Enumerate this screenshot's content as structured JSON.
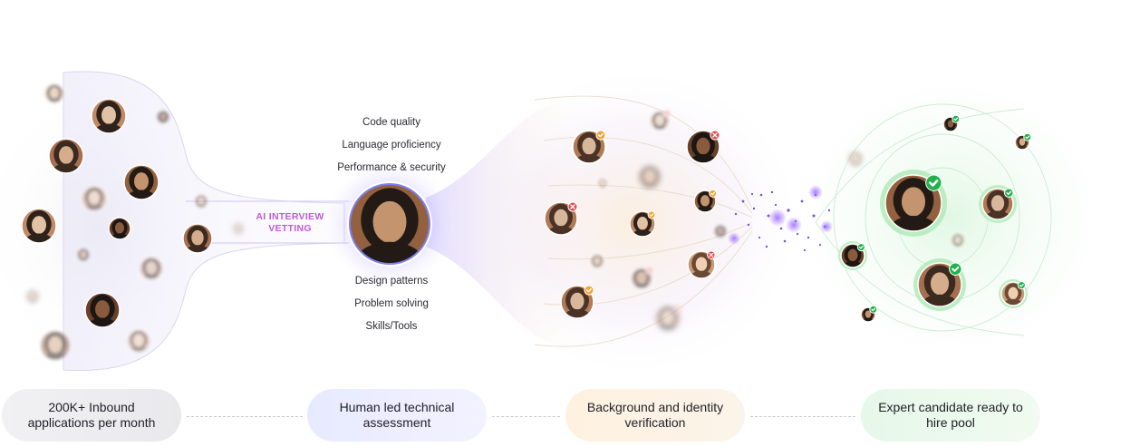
{
  "center_label": "AI INTERVIEW\nVETTING",
  "skills_top": [
    "Code quality",
    "Language proficiency",
    "Performance & security"
  ],
  "skills_bottom": [
    "Design patterns",
    "Problem solving",
    "Skills/Tools"
  ],
  "stages": [
    "200K+ Inbound\napplications per month",
    "Human led technical\nassessment",
    "Background and identity\nverification",
    "Expert candidate ready to\nhire pool"
  ],
  "colors": {
    "accent_purple": "#c25ad7",
    "glow_blue": "#6b6cff",
    "approve_green": "#22b14c",
    "check_orange": "#f2a532",
    "reject_red": "#e5484d"
  },
  "icons": {
    "approve": "check-badge-icon",
    "pending": "check-badge-icon",
    "reject": "x-badge-icon"
  }
}
